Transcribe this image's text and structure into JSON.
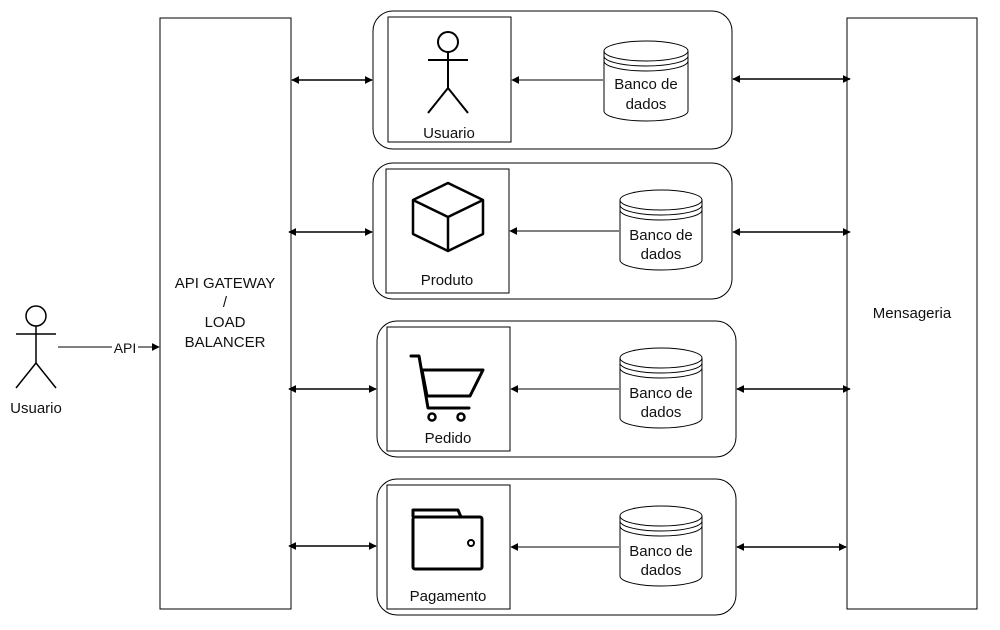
{
  "actor": {
    "label": "Usuario",
    "edge_label": "API"
  },
  "gateway": {
    "line1": "API GATEWAY",
    "line2": "/",
    "line3": "LOAD",
    "line4": "BALANCER"
  },
  "messaging": {
    "label": "Mensageria"
  },
  "db": {
    "line1": "Banco de",
    "line2": "dados"
  },
  "services": [
    {
      "label": "Usuario",
      "icon": "person-icon"
    },
    {
      "label": "Produto",
      "icon": "cube-icon"
    },
    {
      "label": "Pedido",
      "icon": "cart-icon"
    },
    {
      "label": "Pagamento",
      "icon": "wallet-icon"
    }
  ],
  "colors": {
    "stroke": "#000000",
    "fill": "#ffffff"
  }
}
